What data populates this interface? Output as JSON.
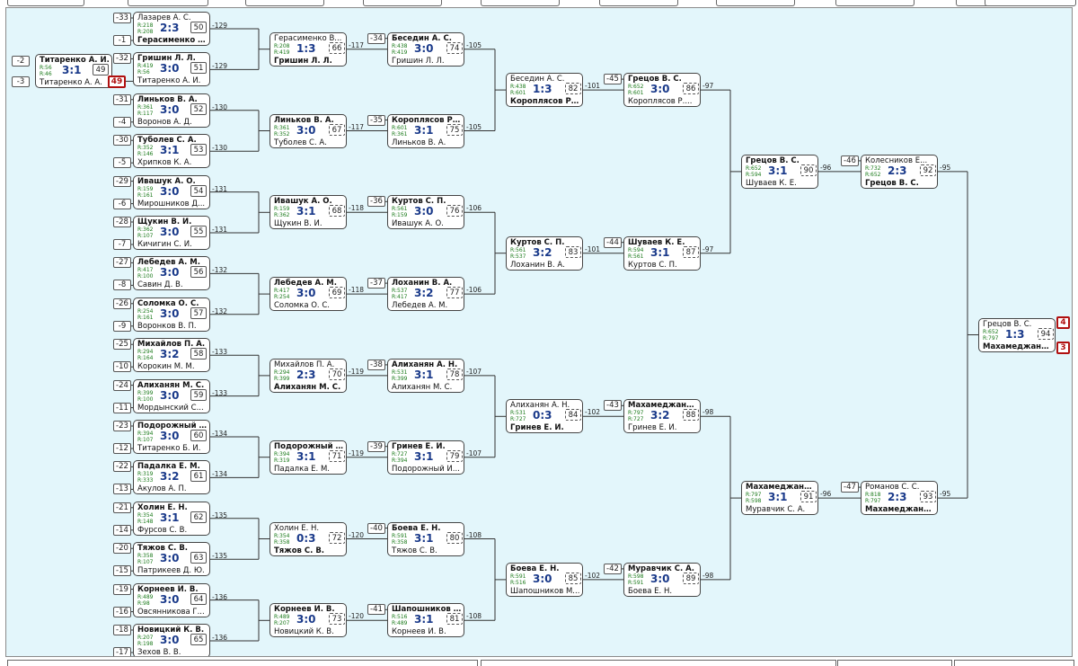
{
  "matches": [
    {
      "id": 50,
      "p1": "Лазарев А. С.",
      "r1": "218",
      "p2": "Герасименко В...",
      "r2": "208",
      "score": "2:3",
      "win": 2,
      "s1": "-33",
      "s2": "-1",
      "loser": "-129"
    },
    {
      "id": 51,
      "p1": "Гришин Л. Л.",
      "r1": "419",
      "p2": "Титаренко А. И.",
      "r2": "56",
      "score": "3:0",
      "win": 1,
      "s1": "-32",
      "s2": "",
      "loser": "-129"
    },
    {
      "id": 52,
      "p1": "Линьков В. А.",
      "r1": "361",
      "p2": "Воронов А. Д.",
      "r2": "117",
      "score": "3:0",
      "win": 1,
      "s1": "-31",
      "s2": "-4",
      "loser": "-130"
    },
    {
      "id": 53,
      "p1": "Туболев С. А.",
      "r1": "352",
      "p2": "Хрипков К. А.",
      "r2": "146",
      "score": "3:1",
      "win": 1,
      "s1": "-30",
      "s2": "-5",
      "loser": "-130"
    },
    {
      "id": 54,
      "p1": "Ивашук А. О.",
      "r1": "159",
      "p2": "Мирошников Д...",
      "r2": "161",
      "score": "3:0",
      "win": 1,
      "s1": "-29",
      "s2": "-6",
      "loser": "-131"
    },
    {
      "id": 55,
      "p1": "Щукин В. И.",
      "r1": "362",
      "p2": "Кичигин С. И.",
      "r2": "107",
      "score": "3:0",
      "win": 1,
      "s1": "-28",
      "s2": "-7",
      "loser": "-131"
    },
    {
      "id": 56,
      "p1": "Лебедев А. М.",
      "r1": "417",
      "p2": "Савин Д. В.",
      "r2": "100",
      "score": "3:0",
      "win": 1,
      "s1": "-27",
      "s2": "-8",
      "loser": "-132"
    },
    {
      "id": 57,
      "p1": "Соломка О. С.",
      "r1": "254",
      "p2": "Воронков В. П.",
      "r2": "161",
      "score": "3:0",
      "win": 1,
      "s1": "-26",
      "s2": "-9",
      "loser": "-132"
    },
    {
      "id": 58,
      "p1": "Михайлов П. А.",
      "r1": "294",
      "p2": "Корокин М. М.",
      "r2": "164",
      "score": "3:2",
      "win": 1,
      "s1": "-25",
      "s2": "-10",
      "loser": "-133"
    },
    {
      "id": 59,
      "p1": "Алиханян М. С.",
      "r1": "399",
      "p2": "Мордынский С...",
      "r2": "100",
      "score": "3:0",
      "win": 1,
      "s1": "-24",
      "s2": "-11",
      "loser": "-133"
    },
    {
      "id": 60,
      "p1": "Подорожный И...",
      "r1": "394",
      "p2": "Титаренко Б. И.",
      "r2": "107",
      "score": "3:0",
      "win": 1,
      "s1": "-23",
      "s2": "-12",
      "loser": "-134"
    },
    {
      "id": 61,
      "p1": "Падалка Е. М.",
      "r1": "319",
      "p2": "Акулов А. П.",
      "r2": "333",
      "score": "3:2",
      "win": 1,
      "s1": "-22",
      "s2": "-13",
      "loser": "-134"
    },
    {
      "id": 62,
      "p1": "Холин Е. Н.",
      "r1": "354",
      "p2": "Фурсов С. В.",
      "r2": "148",
      "score": "3:1",
      "win": 1,
      "s1": "-21",
      "s2": "-14",
      "loser": "-135"
    },
    {
      "id": 63,
      "p1": "Тяжов С. В.",
      "r1": "358",
      "p2": "Патрикеев Д. Ю.",
      "r2": "107",
      "score": "3:0",
      "win": 1,
      "s1": "-20",
      "s2": "-15",
      "loser": "-135"
    },
    {
      "id": 64,
      "p1": "Корнеев И. В.",
      "r1": "489",
      "p2": "Овсянникова Г...",
      "r2": "98",
      "score": "3:0",
      "win": 1,
      "s1": "-19",
      "s2": "-16",
      "loser": "-136"
    },
    {
      "id": 65,
      "p1": "Новицкий К. В.",
      "r1": "207",
      "p2": "Зехов В. В.",
      "r2": "198",
      "score": "3:0",
      "win": 1,
      "s1": "-18",
      "s2": "-17",
      "loser": "-136"
    },
    {
      "id": 66,
      "p1": "Герасименко В...",
      "r1": "208",
      "p2": "Гришин Л. Л.",
      "r2": "419",
      "score": "1:3",
      "win": 2,
      "s1": "",
      "s2": "",
      "loser": "-117"
    },
    {
      "id": 67,
      "p1": "Линьков В. А.",
      "r1": "361",
      "p2": "Туболев С. А.",
      "r2": "352",
      "score": "3:0",
      "win": 1,
      "s1": "",
      "s2": "",
      "loser": "-117"
    },
    {
      "id": 68,
      "p1": "Ивашук А. О.",
      "r1": "159",
      "p2": "Щукин В. И.",
      "r2": "362",
      "score": "3:1",
      "win": 1,
      "s1": "",
      "s2": "",
      "loser": "-118"
    },
    {
      "id": 69,
      "p1": "Лебедев А. М.",
      "r1": "417",
      "p2": "Соломка О. С.",
      "r2": "254",
      "score": "3:0",
      "win": 1,
      "s1": "",
      "s2": "",
      "loser": "-118"
    },
    {
      "id": 70,
      "p1": "Михайлов П. А.",
      "r1": "294",
      "p2": "Алиханян М. С.",
      "r2": "399",
      "score": "2:3",
      "win": 2,
      "s1": "",
      "s2": "",
      "loser": "-119"
    },
    {
      "id": 71,
      "p1": "Подорожный И...",
      "r1": "394",
      "p2": "Падалка Е. М.",
      "r2": "319",
      "score": "3:1",
      "win": 1,
      "s1": "",
      "s2": "",
      "loser": "-119"
    },
    {
      "id": 72,
      "p1": "Холин Е. Н.",
      "r1": "354",
      "p2": "Тяжов С. В.",
      "r2": "358",
      "score": "0:3",
      "win": 2,
      "s1": "",
      "s2": "",
      "loser": "-120"
    },
    {
      "id": 73,
      "p1": "Корнеев И. В.",
      "r1": "489",
      "p2": "Новицкий К. В.",
      "r2": "207",
      "score": "3:0",
      "win": 1,
      "s1": "",
      "s2": "",
      "loser": "-120"
    },
    {
      "id": 74,
      "p1": "Беседин А. С.",
      "r1": "438",
      "p2": "Гришин Л. Л.",
      "r2": "419",
      "score": "3:0",
      "win": 1,
      "s1": "-34",
      "s2": "",
      "loser": "-105"
    },
    {
      "id": 75,
      "p1": "Короплясов Р....",
      "r1": "601",
      "p2": "Линьков В. А.",
      "r2": "361",
      "score": "3:1",
      "win": 1,
      "s1": "-35",
      "s2": "",
      "loser": "-105"
    },
    {
      "id": 76,
      "p1": "Куртов С. П.",
      "r1": "561",
      "p2": "Ивашук А. О.",
      "r2": "159",
      "score": "3:0",
      "win": 1,
      "s1": "-36",
      "s2": "",
      "loser": "-106"
    },
    {
      "id": 77,
      "p1": "Лоханин В. А.",
      "r1": "537",
      "p2": "Лебедев А. М.",
      "r2": "417",
      "score": "3:2",
      "win": 1,
      "s1": "-37",
      "s2": "",
      "loser": "-106"
    },
    {
      "id": 78,
      "p1": "Алиханян А. Н.",
      "r1": "531",
      "p2": "Алиханян М. С.",
      "r2": "399",
      "score": "3:1",
      "win": 1,
      "s1": "-38",
      "s2": "",
      "loser": "-107"
    },
    {
      "id": 79,
      "p1": "Гринев Е. И.",
      "r1": "727",
      "p2": "Подорожный И...",
      "r2": "394",
      "score": "3:1",
      "win": 1,
      "s1": "-39",
      "s2": "",
      "loser": "-107"
    },
    {
      "id": 80,
      "p1": "Боева Е. Н.",
      "r1": "591",
      "p2": "Тяжов С. В.",
      "r2": "358",
      "score": "3:1",
      "win": 1,
      "s1": "-40",
      "s2": "",
      "loser": "-108"
    },
    {
      "id": 81,
      "p1": "Шапошников М...",
      "r1": "516",
      "p2": "Корнеев И. В.",
      "r2": "489",
      "score": "3:1",
      "win": 1,
      "s1": "-41",
      "s2": "",
      "loser": "-108"
    },
    {
      "id": 82,
      "p1": "Беседин А. С.",
      "r1": "438",
      "p2": "Короплясов Р....",
      "r2": "601",
      "score": "1:3",
      "win": 2,
      "s1": "",
      "s2": "",
      "loser": "-101"
    },
    {
      "id": 83,
      "p1": "Куртов С. П.",
      "r1": "561",
      "p2": "Лоханин В. А.",
      "r2": "537",
      "score": "3:2",
      "win": 1,
      "s1": "",
      "s2": "",
      "loser": "-101"
    },
    {
      "id": 84,
      "p1": "Алиханян А. Н.",
      "r1": "531",
      "p2": "Гринев Е. И.",
      "r2": "727",
      "score": "0:3",
      "win": 2,
      "s1": "",
      "s2": "",
      "loser": "-102"
    },
    {
      "id": 85,
      "p1": "Боева Е. Н.",
      "r1": "591",
      "p2": "Шапошников М...",
      "r2": "516",
      "score": "3:0",
      "win": 1,
      "s1": "",
      "s2": "",
      "loser": "-102"
    },
    {
      "id": 86,
      "p1": "Грецов В. С.",
      "r1": "652",
      "p2": "Короплясов Р....",
      "r2": "601",
      "score": "3:0",
      "win": 1,
      "s1": "-45",
      "s2": "",
      "loser": "-97"
    },
    {
      "id": 87,
      "p1": "Шуваев К. Е.",
      "r1": "594",
      "p2": "Куртов С. П.",
      "r2": "561",
      "score": "3:1",
      "win": 1,
      "s1": "-44",
      "s2": "",
      "loser": "-97"
    },
    {
      "id": 88,
      "p1": "Махамеджанов ...",
      "r1": "797",
      "p2": "Гринев Е. И.",
      "r2": "727",
      "score": "3:2",
      "win": 1,
      "s1": "-43",
      "s2": "",
      "loser": "-98"
    },
    {
      "id": 89,
      "p1": "Муравчик С. А.",
      "r1": "598",
      "p2": "Боева Е. Н.",
      "r2": "591",
      "score": "3:0",
      "win": 1,
      "s1": "-42",
      "s2": "",
      "loser": "-98"
    },
    {
      "id": 90,
      "p1": "Грецов В. С.",
      "r1": "652",
      "p2": "Шуваев К. Е.",
      "r2": "594",
      "score": "3:1",
      "win": 1,
      "s1": "",
      "s2": "",
      "loser": "-96"
    },
    {
      "id": 91,
      "p1": "Махамеджанов ...",
      "r1": "797",
      "p2": "Муравчик С. А.",
      "r2": "598",
      "score": "3:1",
      "win": 1,
      "s1": "",
      "s2": "",
      "loser": "-96"
    },
    {
      "id": 92,
      "p1": "Колесников Е...",
      "r1": "732",
      "p2": "Грецов В. С.",
      "r2": "652",
      "score": "2:3",
      "win": 2,
      "s1": "-46",
      "s2": "",
      "loser": "-95"
    },
    {
      "id": 93,
      "p1": "Романов С. С.",
      "r1": "818",
      "p2": "Махамеджанов ...",
      "r2": "797",
      "score": "2:3",
      "win": 2,
      "s1": "-47",
      "s2": "",
      "loser": "-95"
    },
    {
      "id": 94,
      "p1": "Грецов В. С.",
      "r1": "652",
      "p2": "Махамеджанов ...",
      "r2": "797",
      "score": "1:3",
      "win": 2,
      "s1": "",
      "s2": "",
      "loser": ""
    }
  ],
  "pre_match": {
    "id": "49",
    "p1": "Титаренко А. И.",
    "r1": "56",
    "p2": "Титаренко А. А.",
    "r2": "46",
    "score": "3:1",
    "win": 1,
    "s1": "-2",
    "s2": "-3",
    "loser": "49"
  },
  "final_places": {
    "first": "4",
    "second": "3"
  },
  "colors": {
    "background": "#e3f6fb",
    "rating": "#1a7a1a",
    "score": "#1a3a8a",
    "place_badge": "#b01010"
  }
}
